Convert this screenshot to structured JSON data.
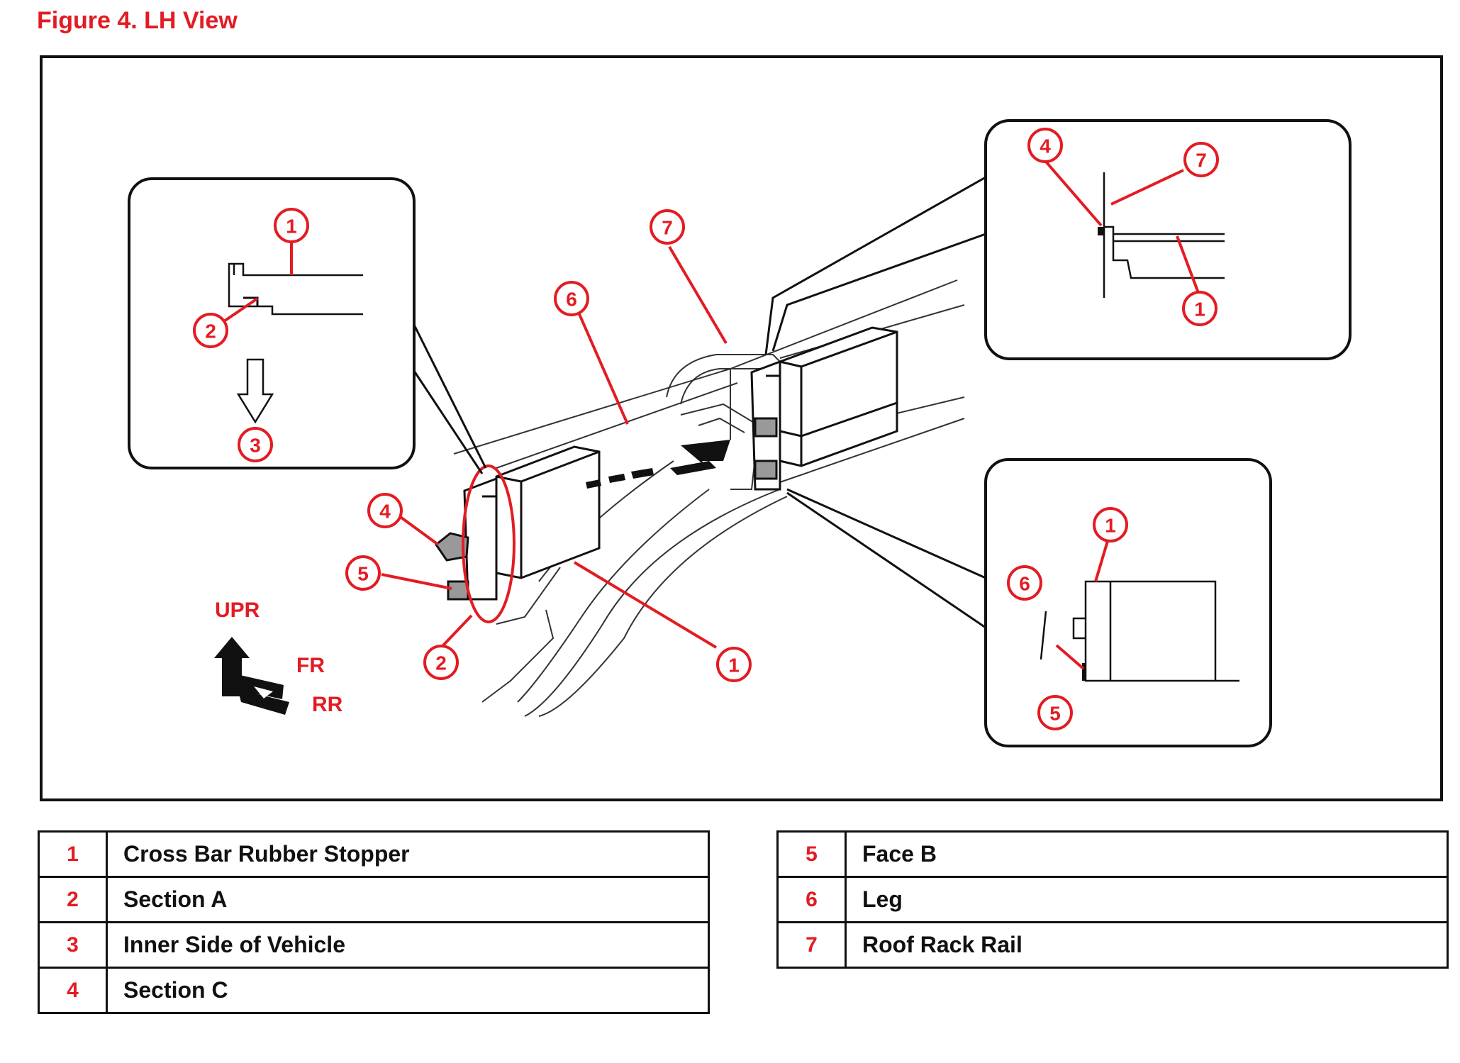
{
  "figure": {
    "title": "Figure 4.  LH View"
  },
  "diagram": {
    "callouts": {
      "c1": "1",
      "c2": "2",
      "c3": "3",
      "c4": "4",
      "c5": "5",
      "c6": "6",
      "c7": "7"
    },
    "orientation": {
      "up": "UPR",
      "front": "FR",
      "rear": "RR"
    },
    "colors": {
      "accent": "#e31b23",
      "line": "#111111"
    }
  },
  "legend": {
    "left": [
      {
        "num": "1",
        "label": "Cross Bar Rubber Stopper"
      },
      {
        "num": "2",
        "label": "Section A"
      },
      {
        "num": "3",
        "label": "Inner Side of Vehicle"
      },
      {
        "num": "4",
        "label": "Section C"
      }
    ],
    "right": [
      {
        "num": "5",
        "label": "Face B"
      },
      {
        "num": "6",
        "label": "Leg"
      },
      {
        "num": "7",
        "label": "Roof Rack Rail"
      }
    ]
  }
}
